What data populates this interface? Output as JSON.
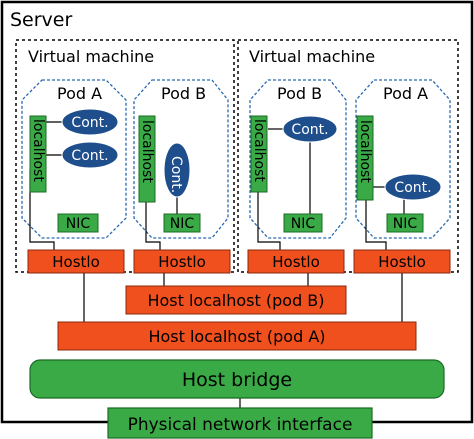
{
  "server": {
    "label": "Server"
  },
  "vms": [
    {
      "label": "Virtual machine"
    },
    {
      "label": "Virtual machine"
    }
  ],
  "pods": {
    "vm1_a": {
      "label": "Pod A"
    },
    "vm1_b": {
      "label": "Pod B"
    },
    "vm2_b": {
      "label": "Pod B"
    },
    "vm2_a": {
      "label": "Pod A"
    }
  },
  "labels": {
    "localhost": "localhost",
    "container": "Cont.",
    "nic": "NIC",
    "hostlo": "Hostlo",
    "host_localhost_b": "Host localhost (pod B)",
    "host_localhost_a": "Host localhost (pod A)",
    "host_bridge": "Host bridge",
    "physical_nic": "Physical network interface"
  },
  "colors": {
    "green": "#3aaa46",
    "red_orange": "#f04f1e",
    "navy": "#1f4e8c",
    "dash_blue": "#2a6ab0"
  }
}
